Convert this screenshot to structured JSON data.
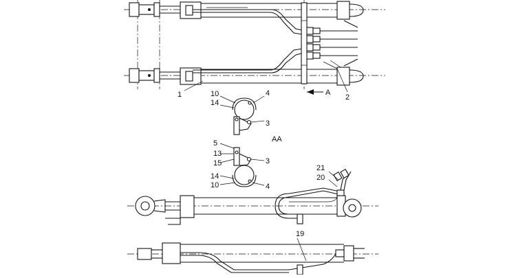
{
  "callouts": {
    "c1": "1",
    "c2": "2",
    "c3a": "3",
    "c3b": "3",
    "c4a": "4",
    "c4b": "4",
    "c5": "5",
    "c10a": "10",
    "c10b": "10",
    "c13": "13",
    "c14a": "14",
    "c14b": "14",
    "c15": "15",
    "c19": "19",
    "c20": "20",
    "c21": "21"
  },
  "view_arrow_label": "A",
  "section_label": "AA"
}
